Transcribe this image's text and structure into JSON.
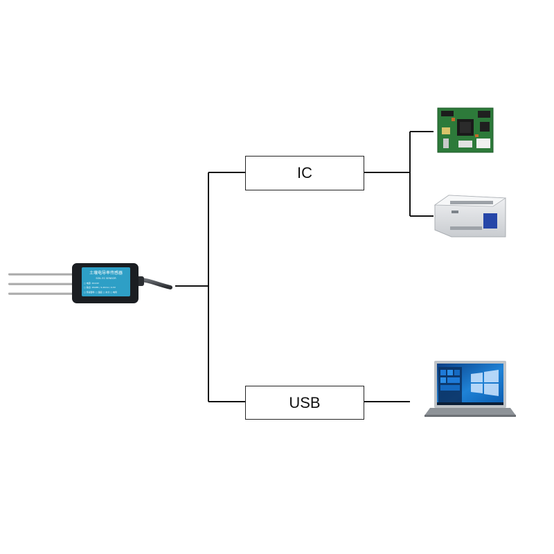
{
  "nodes": {
    "ic_label": "IC",
    "usb_label": "USB"
  },
  "sensor": {
    "title": "土壤电导率传感器",
    "subtitle": "SOIL EC SENSOR",
    "line1": "□ 电源: DC24V",
    "line2": "□ 输出: RS485 / 4-20mA / 0-5V",
    "line3": "□ 传感部件 □ 温度 □ 水分 □ 电导"
  },
  "devices": [
    {
      "icon": "circuit-board-icon"
    },
    {
      "icon": "plc-controller-icon"
    },
    {
      "icon": "laptop-icon"
    }
  ],
  "colors": {
    "line": "#111111",
    "sensor_body": "#1b1e22",
    "sensor_label": "#2e9fc6",
    "pcb": "#2d7a3a",
    "plc": "#e3e5e7",
    "plc_window": "#2646a8",
    "laptop_screen": "#0a5fb3"
  }
}
